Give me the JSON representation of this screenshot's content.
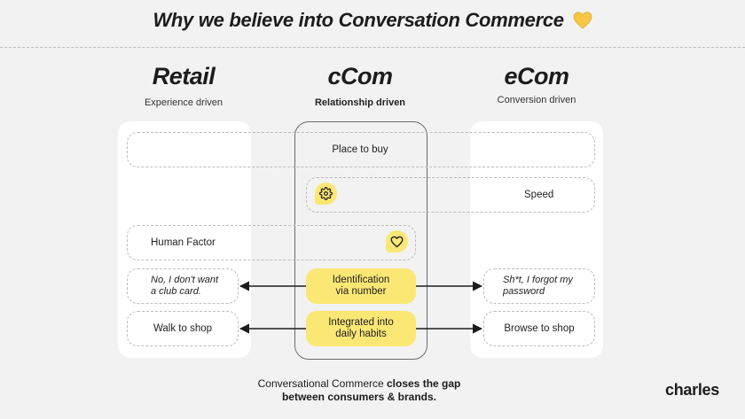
{
  "header": {
    "title": "Why we believe into Conversation Commerce",
    "emoji_icon": "yellow-heart-icon"
  },
  "columns": {
    "retail": {
      "title": "Retail",
      "subtitle": "Experience driven"
    },
    "ccom": {
      "title": "cCom",
      "subtitle": "Relationship driven"
    },
    "ecom": {
      "title": "eCom",
      "subtitle": "Conversion driven"
    }
  },
  "rows": {
    "place_to_buy": "Place to buy",
    "speed": "Speed",
    "speed_icon": "gear-icon",
    "human_factor": "Human Factor",
    "human_factor_icon": "heart-icon",
    "retail_identification": "No, I don't want\na club card.",
    "ccom_identification": "Identification\nvia number",
    "ecom_identification": "Sh*t, I forgot my\npassword",
    "retail_habits": "Walk to shop",
    "ccom_habits": "Integrated into\ndaily habits",
    "ecom_habits": "Browse to shop"
  },
  "footer": {
    "text_regular": "Conversational Commerce ",
    "text_bold_1": "closes the gap",
    "text_bold_2": "between consumers & brands."
  },
  "brand": {
    "logo": "charles"
  },
  "colors": {
    "accent_yellow": "#fbe774",
    "background": "#f2f2f2",
    "panel": "#ffffff",
    "emoji_heart": "#f6c745"
  }
}
